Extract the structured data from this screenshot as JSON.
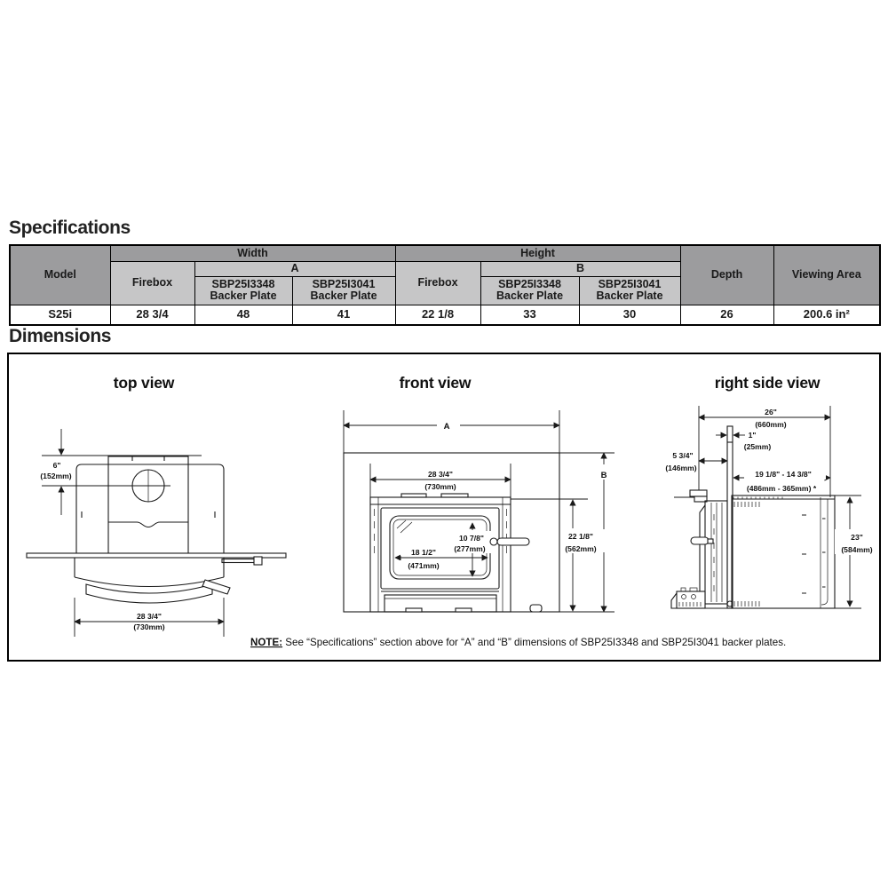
{
  "colors": {
    "table_header_dark": "#9c9c9e",
    "table_header_light": "#c6c6c7",
    "line_color": "#1a1a1a",
    "background": "#ffffff"
  },
  "headings": {
    "specifications": "Specifications",
    "dimensions": "Dimensions"
  },
  "spec_table": {
    "model": "Model",
    "width": "Width",
    "height": "Height",
    "a": "A",
    "b": "B",
    "firebox_w": "Firebox",
    "firebox_h": "Firebox",
    "sbp3348": "SBP25I3348",
    "sbp3041": "SBP25I3041",
    "backer_plate": "Backer Plate",
    "depth": "Depth",
    "viewing_area": "Viewing Area",
    "row": {
      "model": "S25i",
      "firebox_width": "28 3/4",
      "a_sbp3348": "48",
      "a_sbp3041": "41",
      "firebox_height": "22 1/8",
      "b_sbp3348": "33",
      "b_sbp3041": "30",
      "depth": "26",
      "viewing_area": "200.6 in²"
    }
  },
  "top_view": {
    "title": "top view",
    "flue_center_in": "6\"",
    "flue_center_mm": "(152mm)",
    "width_in": "28 3/4\"",
    "width_mm": "(730mm)"
  },
  "front_view": {
    "title": "front view",
    "a_label": "A",
    "b_label": "B",
    "width_in": "28 3/4\"",
    "width_mm": "(730mm)",
    "glass_height_in": "10 7/8\"",
    "glass_height_mm": "(277mm)",
    "glass_width_in": "18 1/2\"",
    "glass_width_mm": "(471mm)",
    "height_in": "22 1/8\"",
    "height_mm": "(562mm)"
  },
  "side_view": {
    "title": "right side view",
    "depth_in": "26\"",
    "depth_mm": "(660mm)",
    "backer_thickness_in": "1\"",
    "backer_thickness_mm": "(25mm)",
    "front_depth_in": "5 3/4\"",
    "front_depth_mm": "(146mm)",
    "insert_depth_in": "19 1/8\" - 14 3/8\"",
    "insert_depth_mm": "(486mm - 365mm) *",
    "height_in": "23\"",
    "height_mm": "(584mm)"
  },
  "note": {
    "label": "NOTE:",
    "text": " See “Specifications” section above for “A” and “B” dimensions of SBP25I3348 and SBP25I3041 backer plates."
  }
}
